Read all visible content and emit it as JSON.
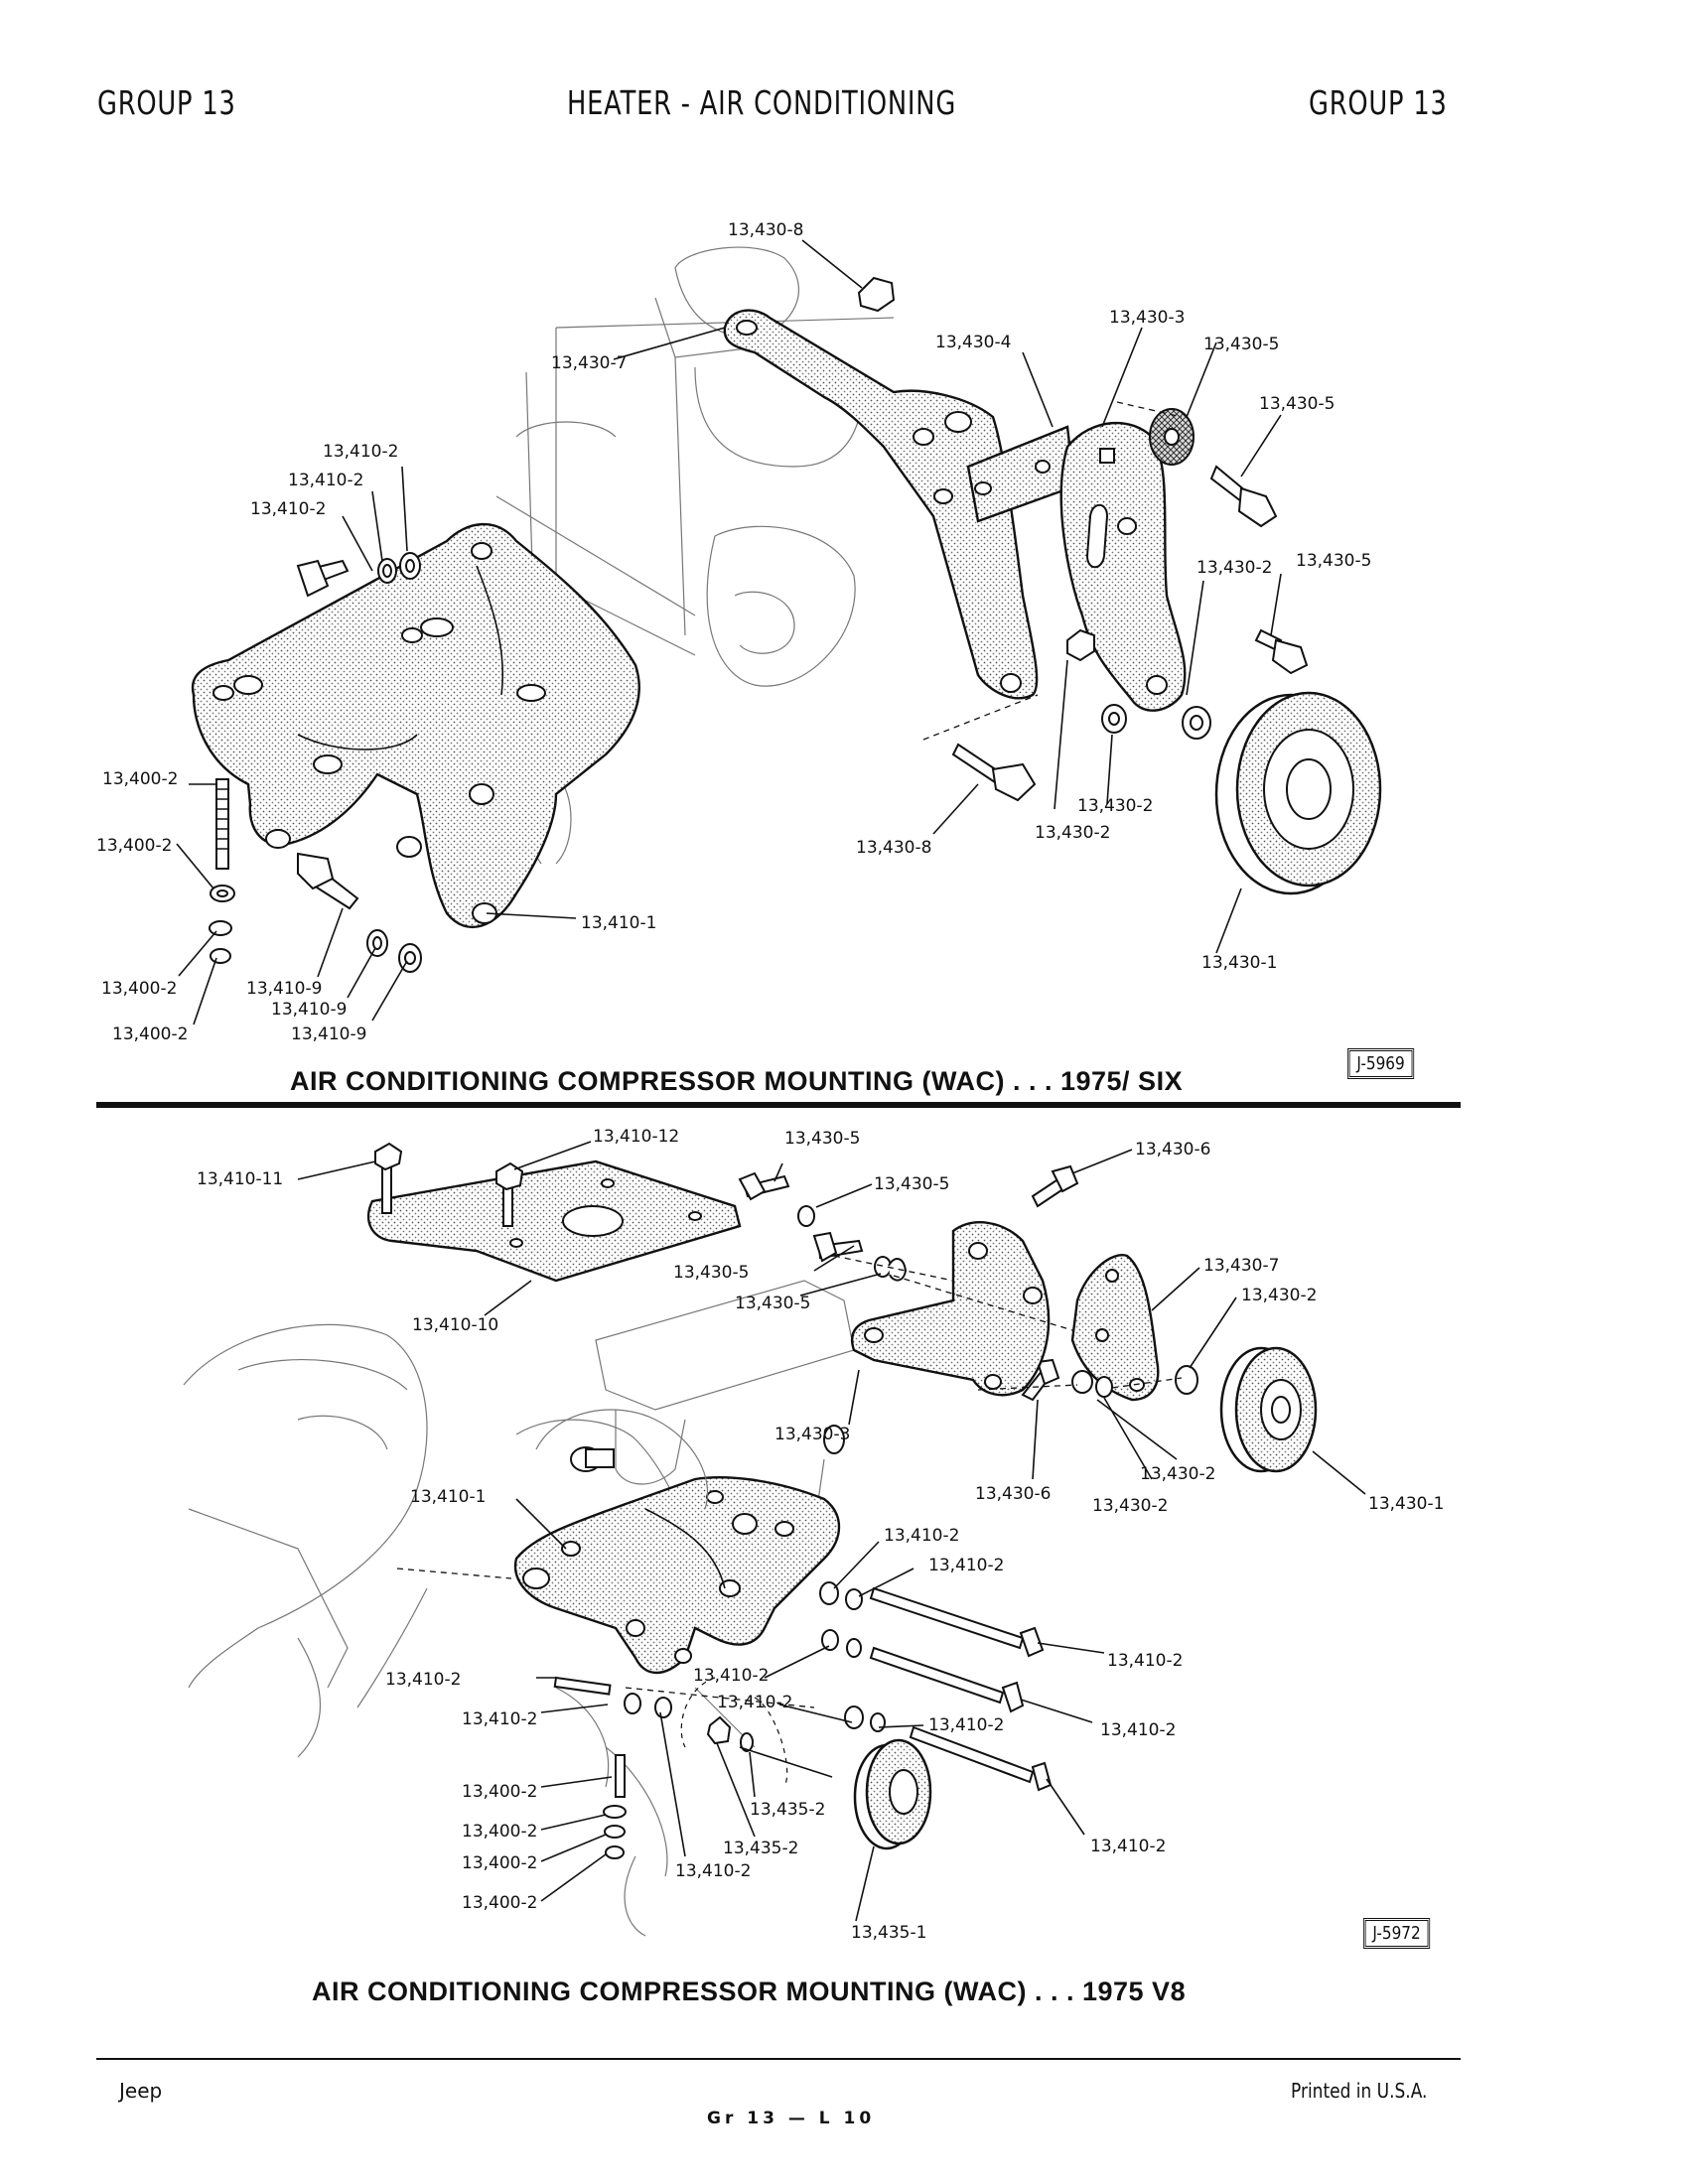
{
  "header": {
    "left": "GROUP 13",
    "center": "HEATER - AIR CONDITIONING",
    "right": "GROUP 13"
  },
  "figure1": {
    "caption": "AIR CONDITIONING COMPRESSOR MOUNTING (WAC) . . . 1975/  SIX",
    "figure_number": "J-5969",
    "callouts": [
      "13,430-8",
      "13,430-7",
      "13,430-4",
      "13,430-3",
      "13,430-5",
      "13,430-5",
      "13,410-2",
      "13,410-2",
      "13,410-2",
      "13,430-2",
      "13,430-5",
      "13,400-2",
      "13,400-2",
      "13,400-2",
      "13,400-2",
      "13,410-9",
      "13,410-9",
      "13,410-9",
      "13,410-1",
      "13,430-8",
      "13,430-2",
      "13,430-2",
      "13,430-1"
    ]
  },
  "figure2": {
    "caption": "AIR CONDITIONING COMPRESSOR MOUNTING (WAC) . . . 1975  V8",
    "figure_number": "J-5972",
    "callouts": [
      "13,410-12",
      "13,430-5",
      "13,430-6",
      "13,410-11",
      "13,430-5",
      "13,430-5",
      "13,430-5",
      "13,430-7",
      "13,410-10",
      "13,430-2",
      "13,430-3",
      "13,410-1",
      "13,430-6",
      "13,430-2",
      "13,430-2",
      "13,430-1",
      "13,410-2",
      "13,410-2",
      "13,410-2",
      "13,410-2",
      "13,410-2",
      "13,410-2",
      "13,410-2",
      "13,410-2",
      "13,410-2",
      "13,410-2",
      "13,400-2",
      "13,400-2",
      "13,400-2",
      "13,400-2",
      "13,435-2",
      "13,435-2",
      "13,410-2",
      "13,435-1"
    ]
  },
  "footer": {
    "left": "Jeep",
    "center": "Gr 13 — L 10",
    "right": "Printed in U.S.A."
  }
}
